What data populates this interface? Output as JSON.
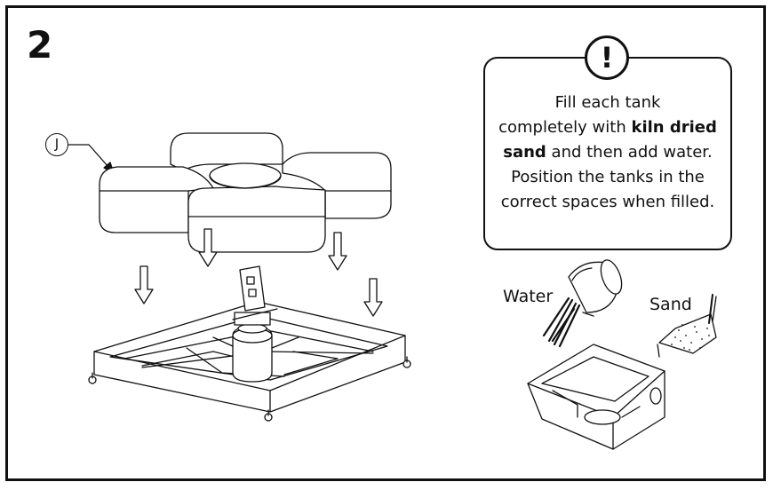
{
  "step_number": "2",
  "warning": {
    "symbol": "!",
    "text_line1_a": "Fill each tank",
    "text_line2_a": "completely with ",
    "text_line2_b": "kiln dried",
    "text_line3_a": "sand",
    "text_line3_b": " and then add water.",
    "text_line4": "Position the tanks in the",
    "text_line5": "correct spaces when filled."
  },
  "part_callout": "J",
  "labels": {
    "water": "Water",
    "sand": "Sand"
  },
  "colors": {
    "ink": "#111111",
    "background": "#ffffff"
  }
}
